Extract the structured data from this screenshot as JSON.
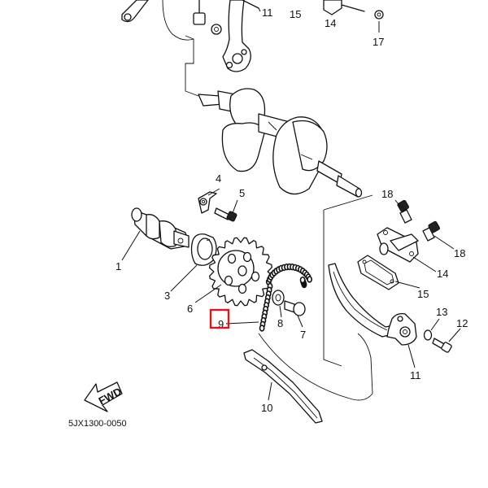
{
  "diagram": {
    "code": "5JX1300-0050",
    "fwd_label": "FWD",
    "callouts": {
      "c1": "1",
      "c3": "3",
      "c4": "4",
      "c5": "5",
      "c6": "6",
      "c7": "7",
      "c8": "8",
      "c9": "9",
      "c10": "10",
      "c11": "11",
      "c11b": "11",
      "c12": "12",
      "c13": "13",
      "c14": "14",
      "c14b": "14",
      "c15": "15",
      "c15b": "15",
      "c17": "17",
      "c18a": "18",
      "c18b": "18"
    },
    "highlight_color": "#e0141e"
  }
}
